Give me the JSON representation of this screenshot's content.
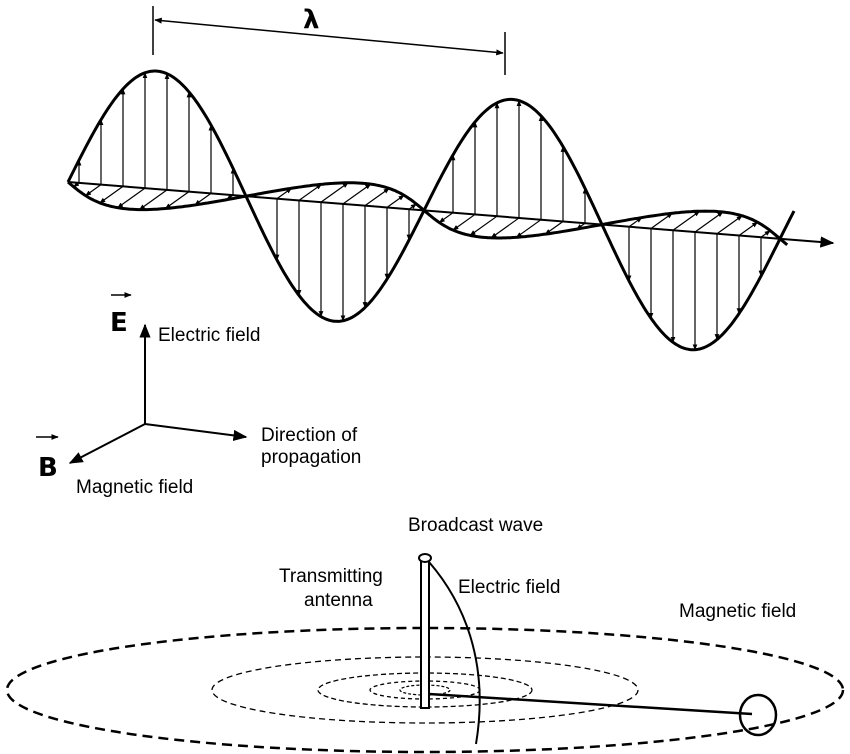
{
  "wave_figure": {
    "wavelength_symbol": "λ",
    "e_symbol": "E",
    "b_symbol": "B",
    "electric_field_label": "Electric field",
    "magnetic_field_label": "Magnetic field",
    "propagation_label_line1": "Direction of",
    "propagation_label_line2": "propagation"
  },
  "antenna_figure": {
    "broadcast_label": "Broadcast wave",
    "antenna_label_line1": "Transmitting",
    "antenna_label_line2": "antenna",
    "electric_field_label": "Electric field",
    "magnetic_field_label": "Magnetic field"
  }
}
